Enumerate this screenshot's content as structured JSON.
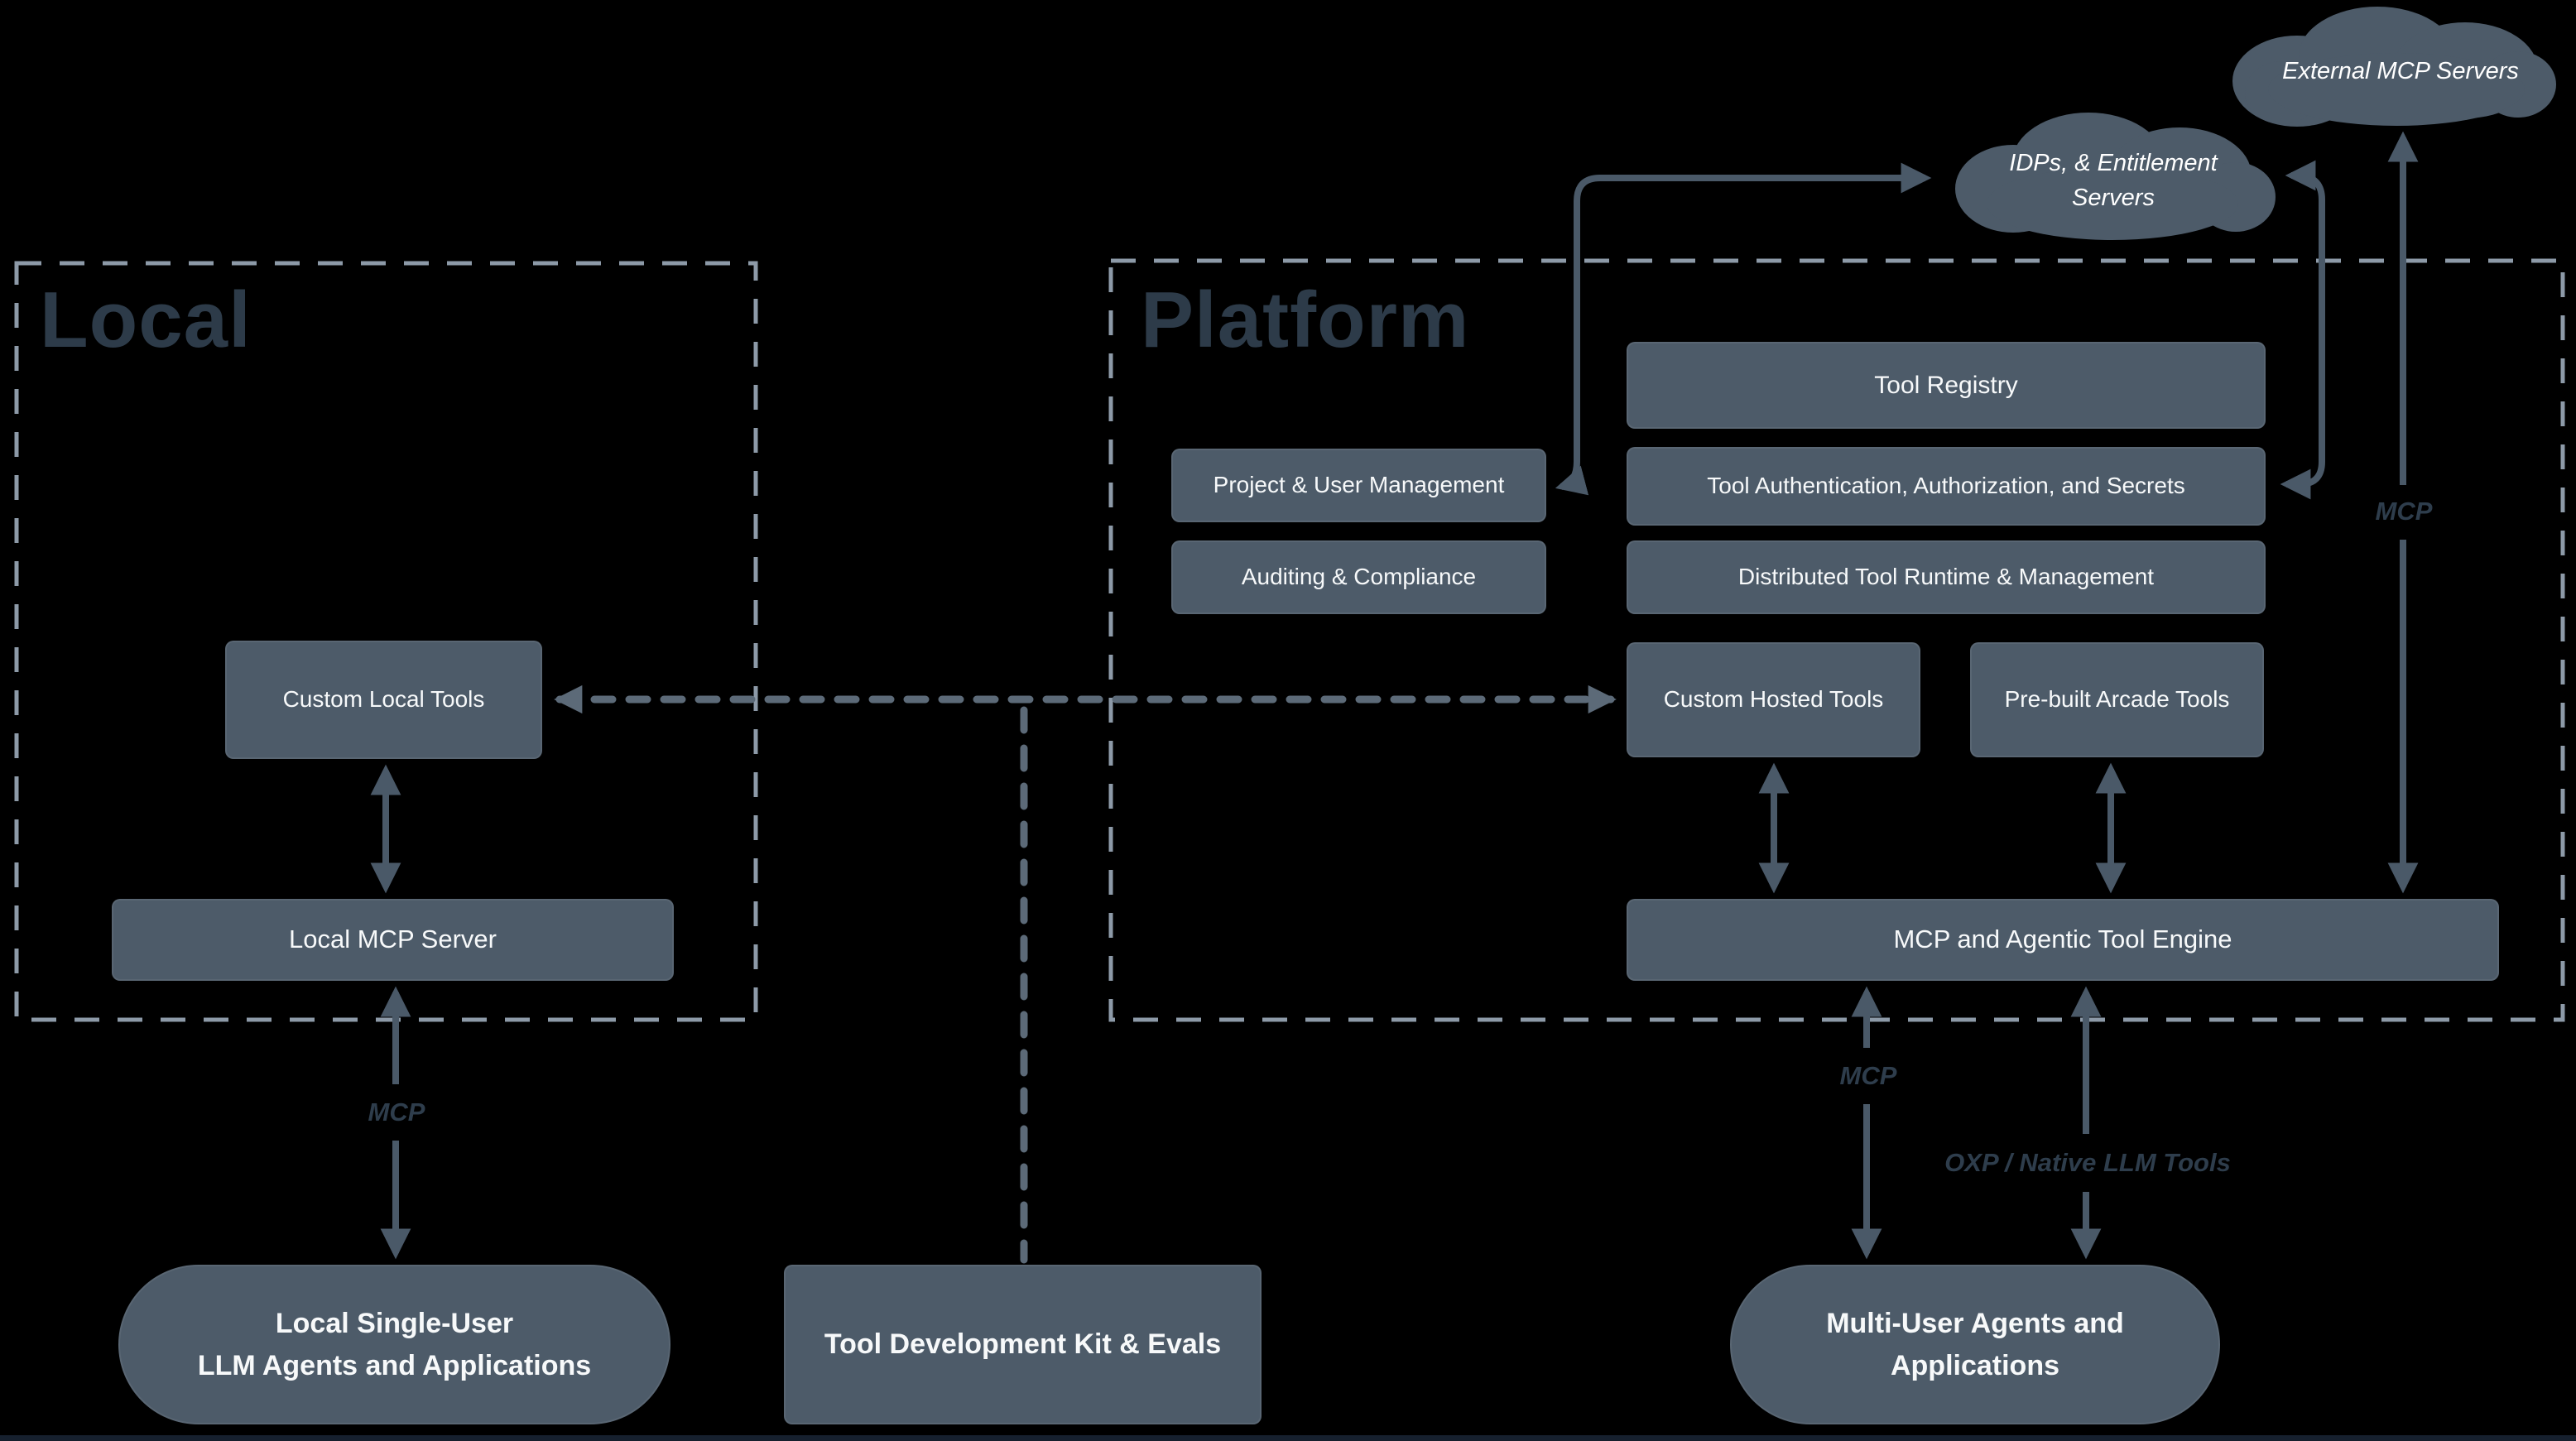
{
  "regions": {
    "local": {
      "title": "Local"
    },
    "platform": {
      "title": "Platform"
    }
  },
  "clouds": {
    "external_mcp": {
      "label": "External MCP Servers"
    },
    "idps": {
      "line1": "IDPs, & Entitlement",
      "line2": "Servers"
    }
  },
  "boxes": {
    "tool_registry": {
      "label": "Tool Registry"
    },
    "project_user_mgmt": {
      "label": "Project & User Management"
    },
    "tool_auth": {
      "label": "Tool Authentication, Authorization, and Secrets"
    },
    "auditing": {
      "label": "Auditing & Compliance"
    },
    "distributed_runtime": {
      "label": "Distributed Tool Runtime & Management"
    },
    "custom_hosted_tools": {
      "label": "Custom Hosted Tools"
    },
    "prebuilt_arcade_tools": {
      "label": "Pre-built Arcade Tools"
    },
    "mcp_engine": {
      "label": "MCP and Agentic Tool Engine"
    },
    "custom_local_tools": {
      "label": "Custom Local Tools"
    },
    "local_mcp_server": {
      "label": "Local MCP Server"
    },
    "local_single_user": {
      "line1": "Local Single-User",
      "line2": "LLM Agents and Applications"
    },
    "tool_dev_kit": {
      "label": "Tool Development Kit & Evals"
    },
    "multi_user": {
      "line1": "Multi-User Agents and",
      "line2": "Applications"
    }
  },
  "connector_labels": {
    "mcp_local": "MCP",
    "mcp_engine": "MCP",
    "mcp_external": "MCP",
    "oxp": "OXP / Native LLM Tools"
  },
  "colors": {
    "background": "#000000",
    "node_fill": "#4d5b69",
    "arrow": "#4a5968",
    "dashed_connector": "#5c6a78",
    "region_border": "#8d9aa8",
    "dark_label": "#2e3d4c",
    "node_text": "#ffffff"
  }
}
